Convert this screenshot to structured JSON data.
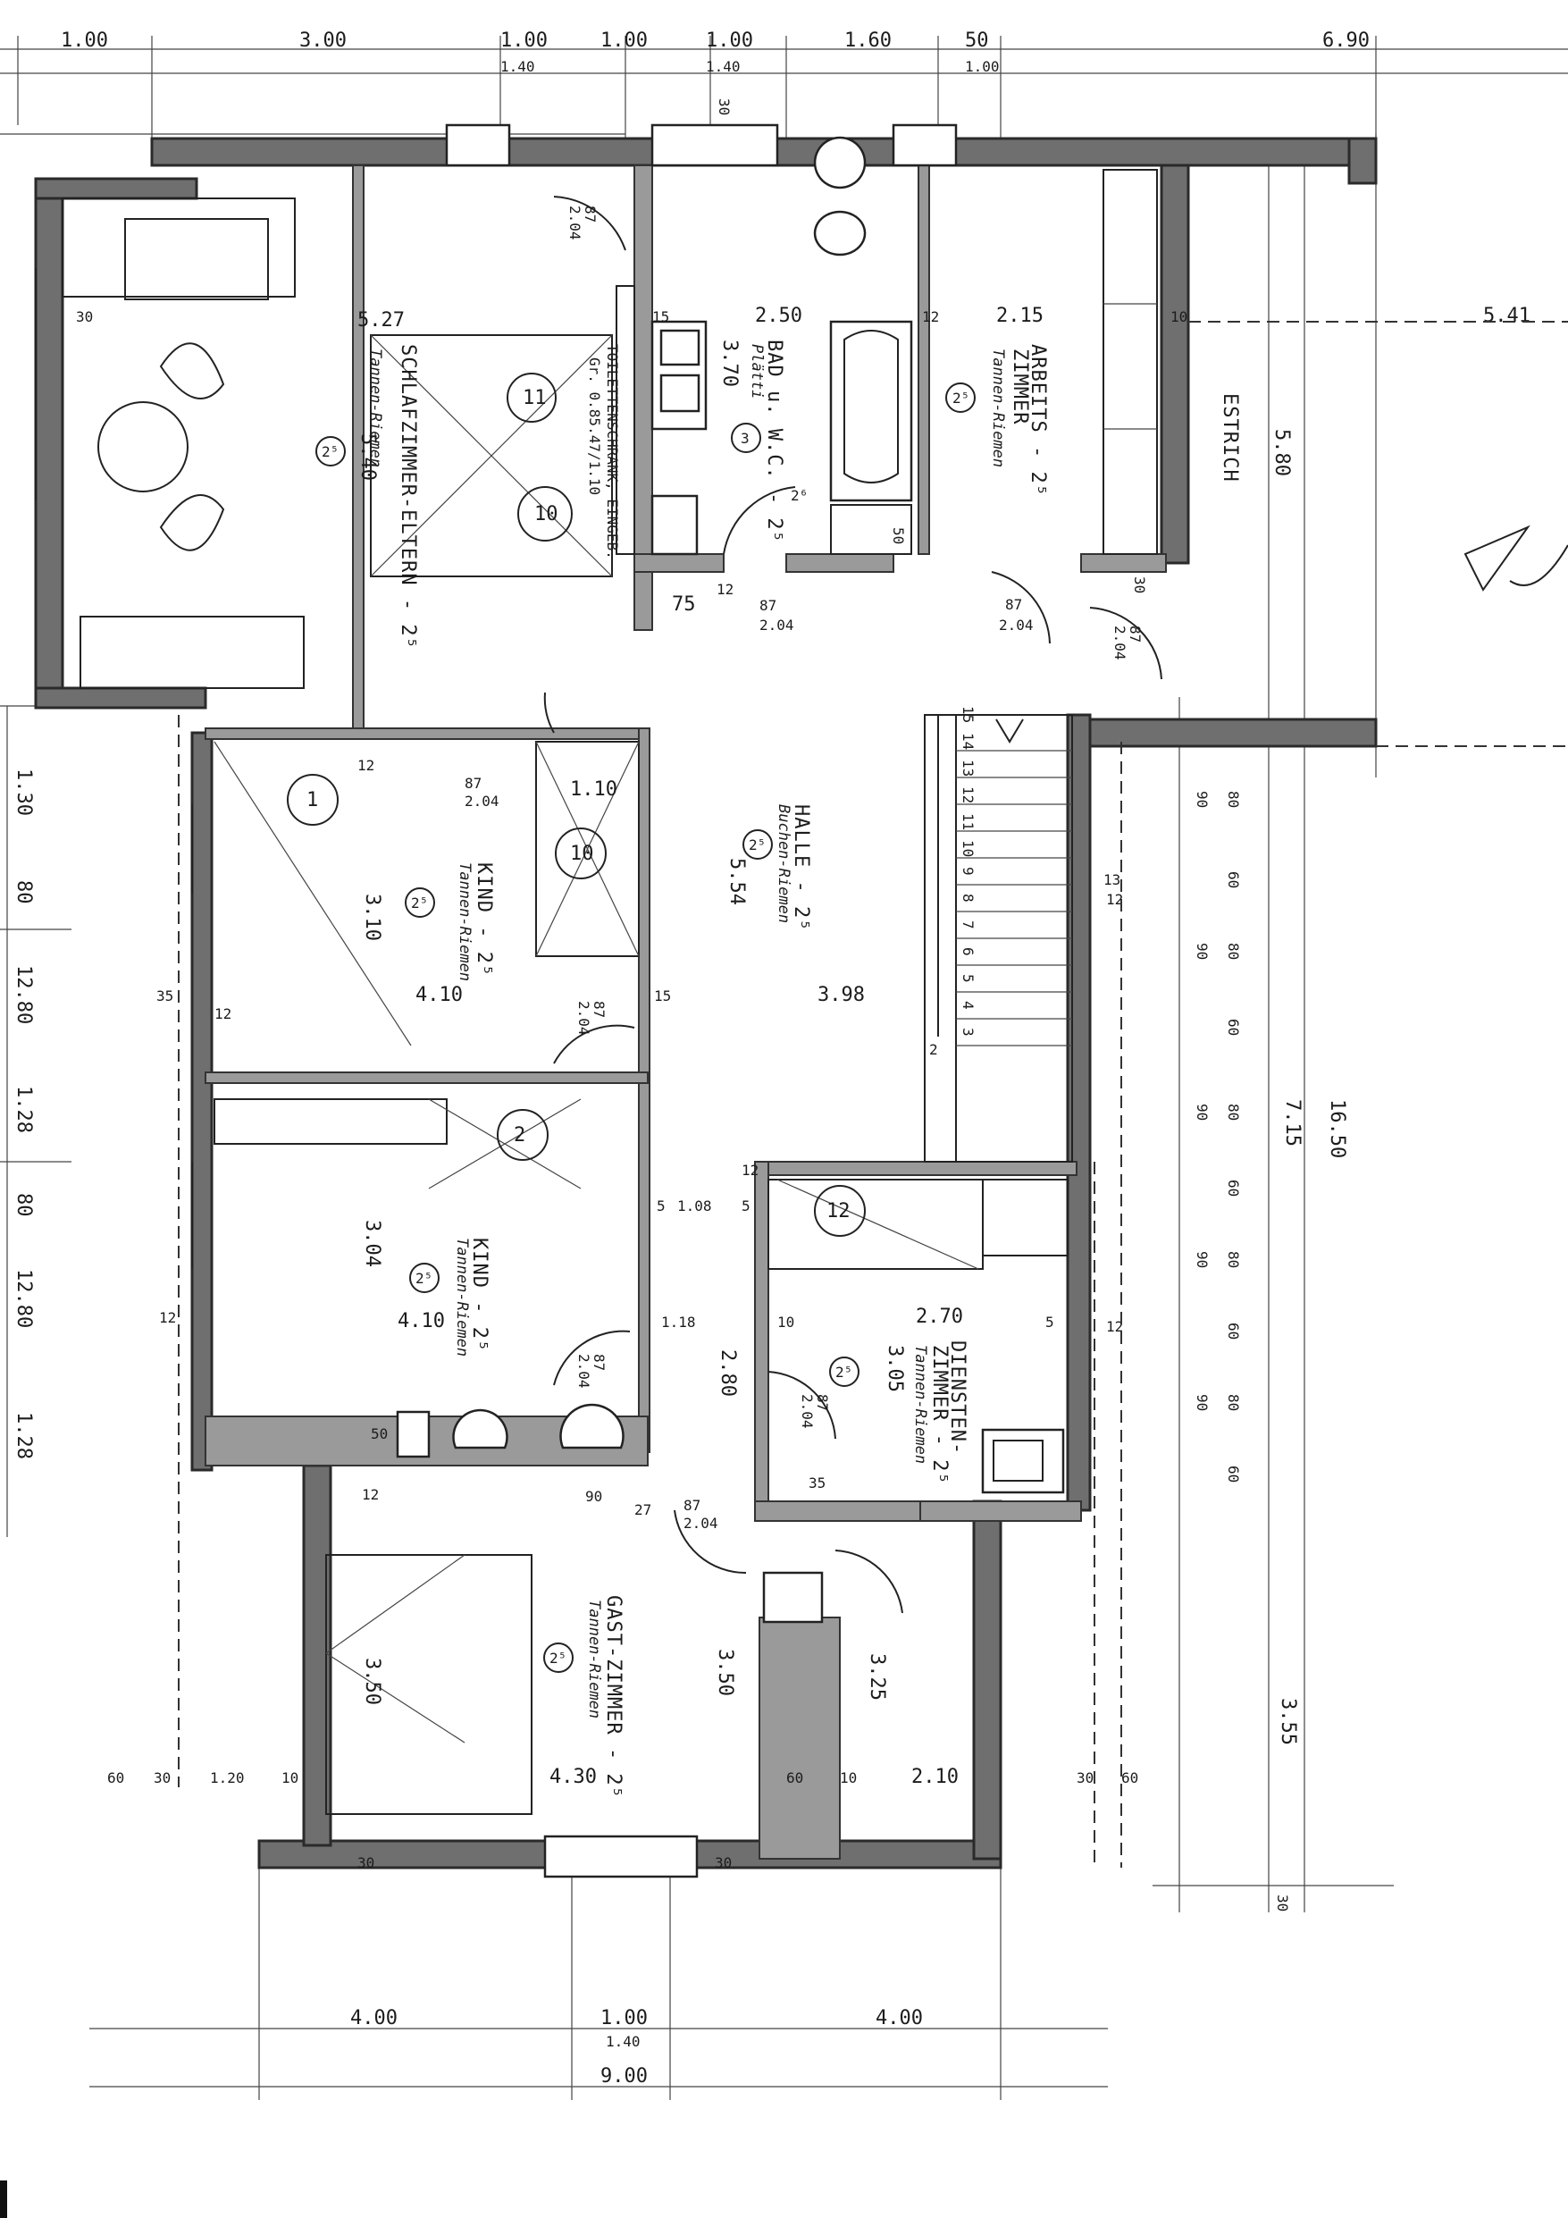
{
  "rooms": {
    "eltern": {
      "name": "SCHLAFZIMMER-ELTERN - 2⁵",
      "floor": "Tannen-Riemen",
      "width": "5.27",
      "depth": "5.40",
      "tag": "2⁵"
    },
    "bad": {
      "name": "BAD u. W.C. - 2⁵",
      "sub": "Plätti",
      "width": "2.50",
      "depth": "3.70",
      "tag": "3"
    },
    "arbeit": {
      "name": "ARBEITS - 2⁵",
      "name2": "ZIMMER",
      "floor": "Tannen-Riemen",
      "width": "2.15",
      "tag": "2⁵"
    },
    "estrich": {
      "name": "ESTRICH",
      "width": "5.41",
      "depth": "5.80"
    },
    "halle": {
      "name": "HALLE - 2⁵",
      "floor": "Buchen-Riemen",
      "depth": "5.54",
      "width": "3.98",
      "tag": "2⁵"
    },
    "kind1": {
      "name": "KIND - 2⁵",
      "floor": "Tannen-Riemen",
      "depth": "3.10",
      "width": "4.10",
      "tag": "2⁵"
    },
    "kind2": {
      "name": "KIND - 2⁵",
      "floor": "Tannen-Riemen",
      "depth": "3.04",
      "width": "4.10",
      "tag": "2⁵"
    },
    "dienst": {
      "name": "DIENSTEN-",
      "name2": "ZIMMER - 2⁵",
      "floor": "Tannen-Riemen",
      "width": "2.70",
      "depth": "3.05",
      "tag": "2⁵"
    },
    "gast": {
      "name": "GAST-ZIMMER - 2⁵",
      "floor": "Tannen-Riemen",
      "depth": "3.50",
      "width": "4.30",
      "tag": "2⁵"
    }
  },
  "notes": {
    "toilette": "TOILETTENSCHRANK, EINGEB.",
    "toilette2": "Gr. 0.85.47/1.10"
  },
  "tags": {
    "t11": "11",
    "t10": "10",
    "t10b": "10",
    "t1": "1",
    "t2": "2",
    "t12": "12"
  },
  "top_dims": [
    "1.00",
    "3.00",
    "1.00",
    "1.00",
    "1.00",
    "1.60",
    "50",
    "6.90"
  ],
  "top_sub": [
    "1.40",
    "1.40",
    "1.00"
  ],
  "bottom_dims": [
    "4.00",
    "1.00",
    "4.00"
  ],
  "bottom_sub": "1.40",
  "bottom_total": "9.00",
  "overall_depth": "16.50",
  "right_dims": [
    "7.15",
    "3.55"
  ],
  "door": {
    "w": "87",
    "h": "2.04"
  },
  "stairs": [
    "15",
    "14",
    "13",
    "12",
    "11",
    "10",
    "9",
    "8",
    "7",
    "6",
    "5",
    "4",
    "3",
    "2"
  ],
  "left_dims": [
    "1.30",
    "80",
    "12.80",
    "1.28",
    "80",
    "12.80",
    "1.28"
  ],
  "misc": {
    "w30": "30",
    "w12": "12",
    "w15": "15",
    "w10": "10",
    "w5": "5",
    "w50": "50",
    "d75": "75",
    "d35": "35",
    "d108": "1.08",
    "d118": "1.18",
    "d280": "2.80",
    "d350": "3.50",
    "d325": "3.25",
    "d110": "1.10",
    "d60": "60",
    "d90": "90",
    "d120": "1.20",
    "d210": "2.10",
    "d13": "13",
    "d80": "80",
    "d26": "2⁶",
    "d27": "27"
  }
}
